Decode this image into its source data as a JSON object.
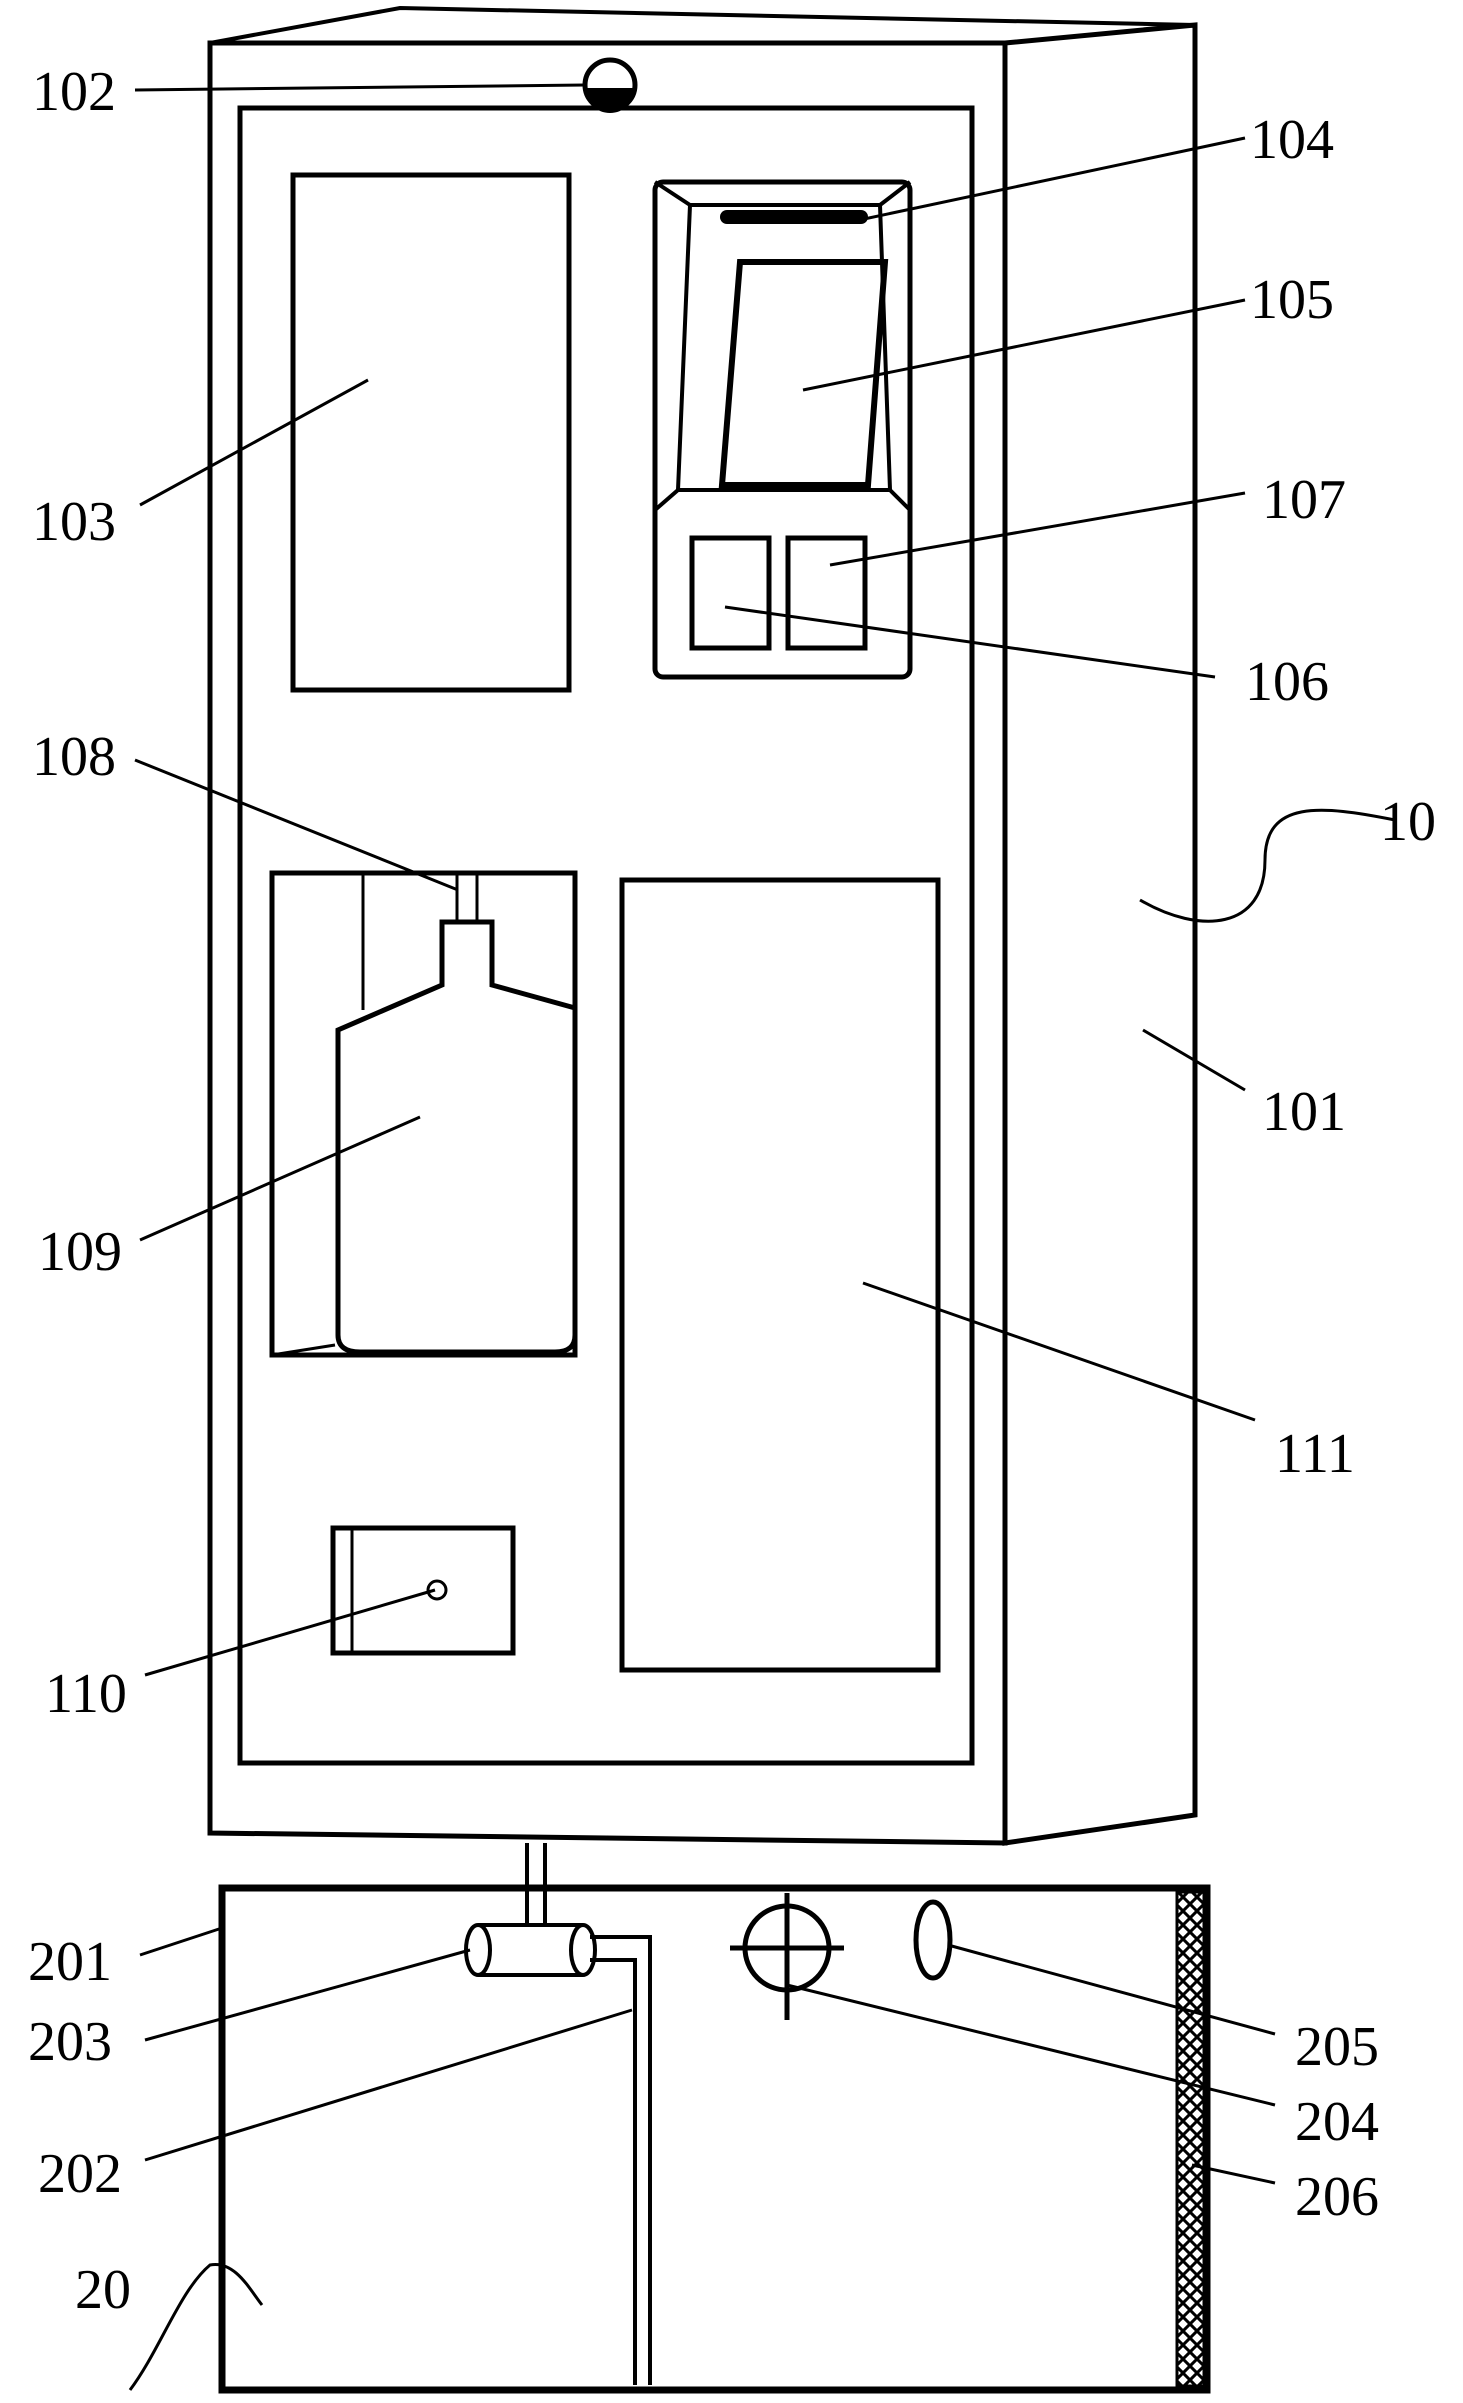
{
  "labels": {
    "l10": "10",
    "l101": "101",
    "l102": "102",
    "l103": "103",
    "l104": "104",
    "l105": "105",
    "l106": "106",
    "l107": "107",
    "l108": "108",
    "l109": "109",
    "l110": "110",
    "l111": "111",
    "l20": "20",
    "l201": "201",
    "l202": "202",
    "l203": "203",
    "l204": "204",
    "l205": "205",
    "l206": "206"
  },
  "colors": {
    "line": "#000000",
    "background": "#ffffff"
  }
}
